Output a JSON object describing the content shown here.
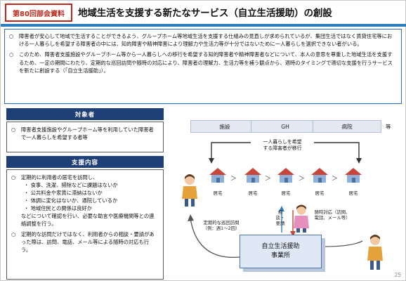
{
  "header": {
    "badge": "第80回部会資料",
    "title": "地域生活を支援する新たなサービス（自立生活援助）の創設"
  },
  "intro": {
    "bullet": "○",
    "p1": "障害者が安心して地域で生活することができるよう、グループホーム等地域生活を支援する仕組みの見直しが求められているが、集団生活ではなく賃貸住宅等における一人暮らしを希望する障害者の中には、知的障害や精神障害により理解力や生活力等が十分ではないために一人暮らしを選択できない者がいる。",
    "p2": "このため、障害者支援施設やグループホーム等から一人暮らしへの移行を希望する知的障害者や精神障害者などについて、本人の意思を尊重した地域生活を支援するため、一定の期間にわたり、定期的な巡回訪問や随時の対応により、障害者の理解力、生活力等を補う観点から、適時のタイミングで適切な支援を行うサービスを新たに創設する（「自立生活援助」）。"
  },
  "target": {
    "heading": "対象者",
    "text": "障害者支援施設やグループホーム等を利用していた障害者で一人暮らしを希望する者等"
  },
  "support": {
    "heading": "支援内容",
    "text1": "定期的に利用者の居宅を訪問し、",
    "items": [
      "・ 食事、洗濯、掃除などに課題はないか",
      "・ 公共料金や家賃に滞納はないか",
      "・ 体調に変化はないか、通院しているか",
      "・ 地域住民との関係は良好か"
    ],
    "text1_end": "などについて確認を行い、必要な助言や医療機関等との連絡調整を行う。",
    "text2": "定期的な訪問だけではなく、利用者からの相談・要請があった際は、訪問、電話、メール等による随時の対応も行う。"
  },
  "diagram": {
    "facilities": [
      "施設",
      "GH",
      "病院"
    ],
    "etc": "等",
    "move_line1": "一人暮らしを希望",
    "move_line2": "する障害者が移行",
    "home_label": "居宅",
    "chevron": "＞",
    "consult_label": "相談・要請",
    "response_label": "随時対応（訪問、電話、メール等）",
    "visit_label": "定期的な巡回訪問（例：週1～2回）",
    "office_line1": "自立生活援助",
    "office_line2": "事業所",
    "colors": {
      "roof": "#c8463a",
      "wall": "#8fb0d8",
      "accent": "#2f7dbd",
      "office_fill": "#dfe8f5"
    }
  },
  "page_number": "25"
}
